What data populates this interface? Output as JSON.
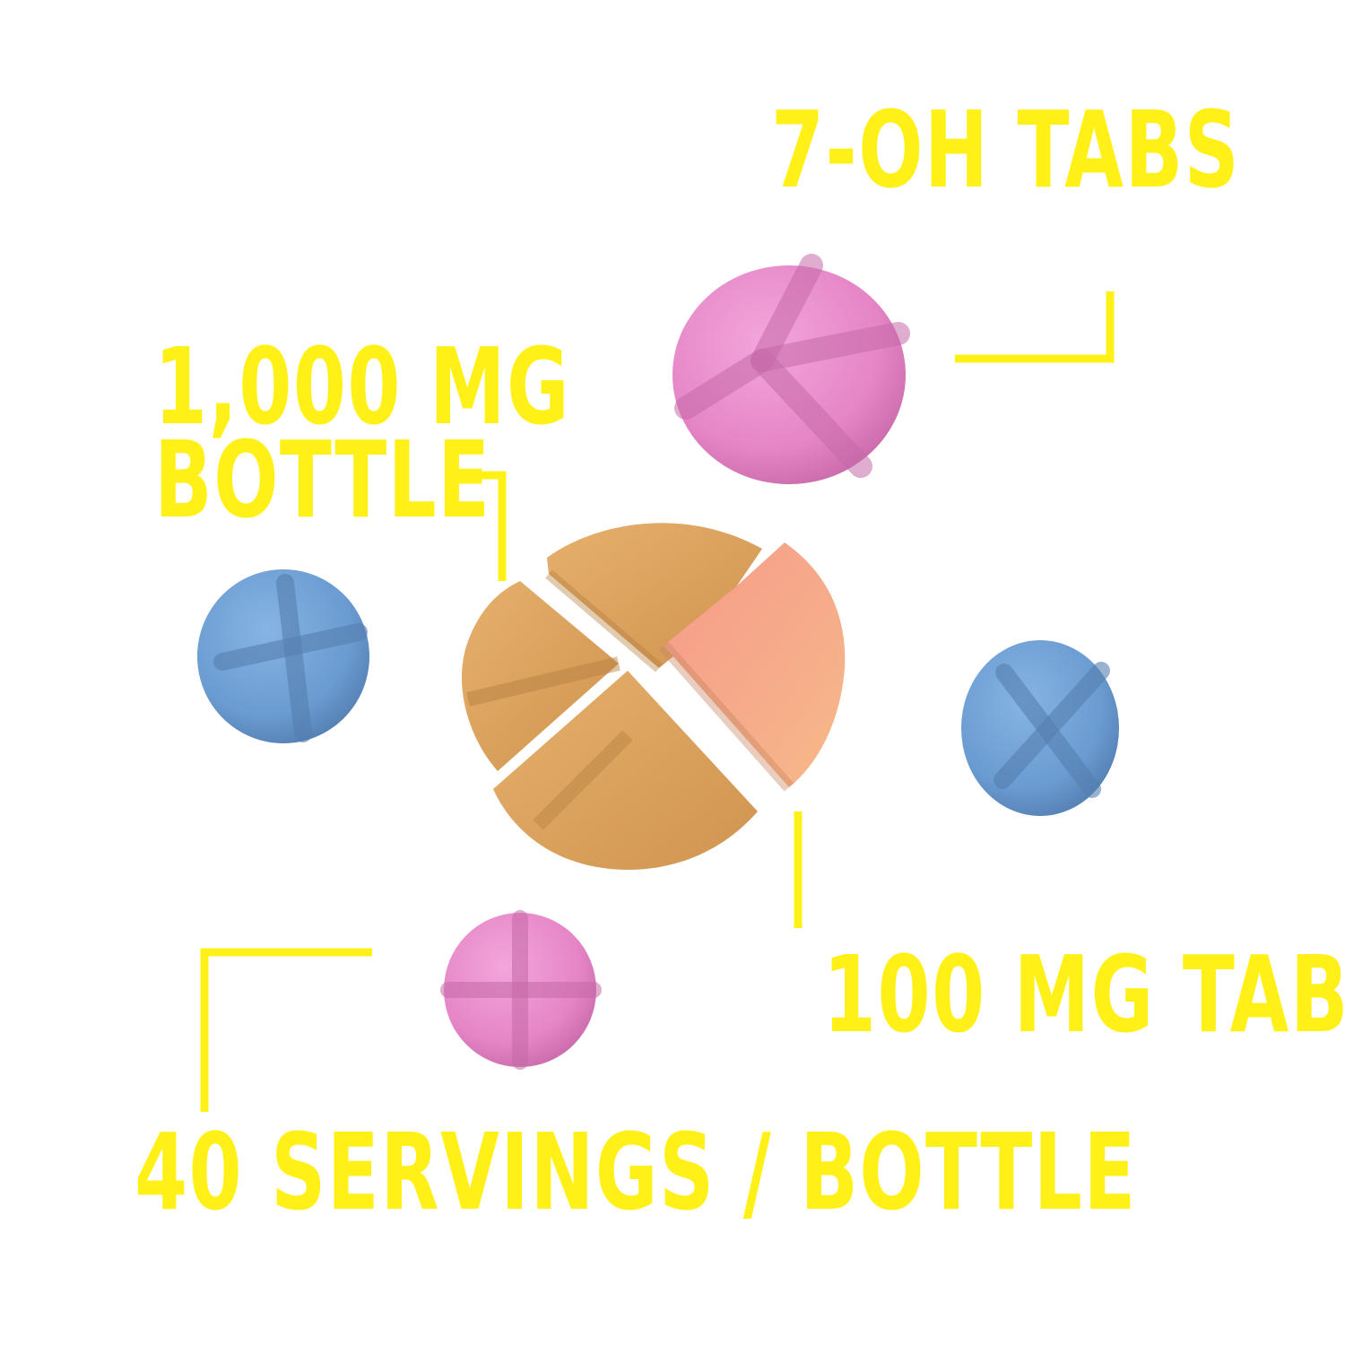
{
  "colors": {
    "label_yellow": "#FFF117",
    "pink_tab": "#E98CCB",
    "blue_tab": "#6E9ED3",
    "orange_tab": "#DDA45E",
    "peach_tab": "#F8B08B",
    "background": "#FFFFFF"
  },
  "labels": {
    "top": "7-OH TABS",
    "left_line1": "1,000 MG",
    "left_line2": "BOTTLE",
    "right": "100 MG TAB",
    "bottom": "40 SERVINGS / BOTTLE"
  },
  "icons": {
    "pink_large": "pink-tablet-icon",
    "blue_left": "blue-tablet-icon",
    "blue_right": "blue-tablet-icon",
    "pink_small": "pink-tablet-icon",
    "broken_center": "broken-tablet-icon"
  }
}
